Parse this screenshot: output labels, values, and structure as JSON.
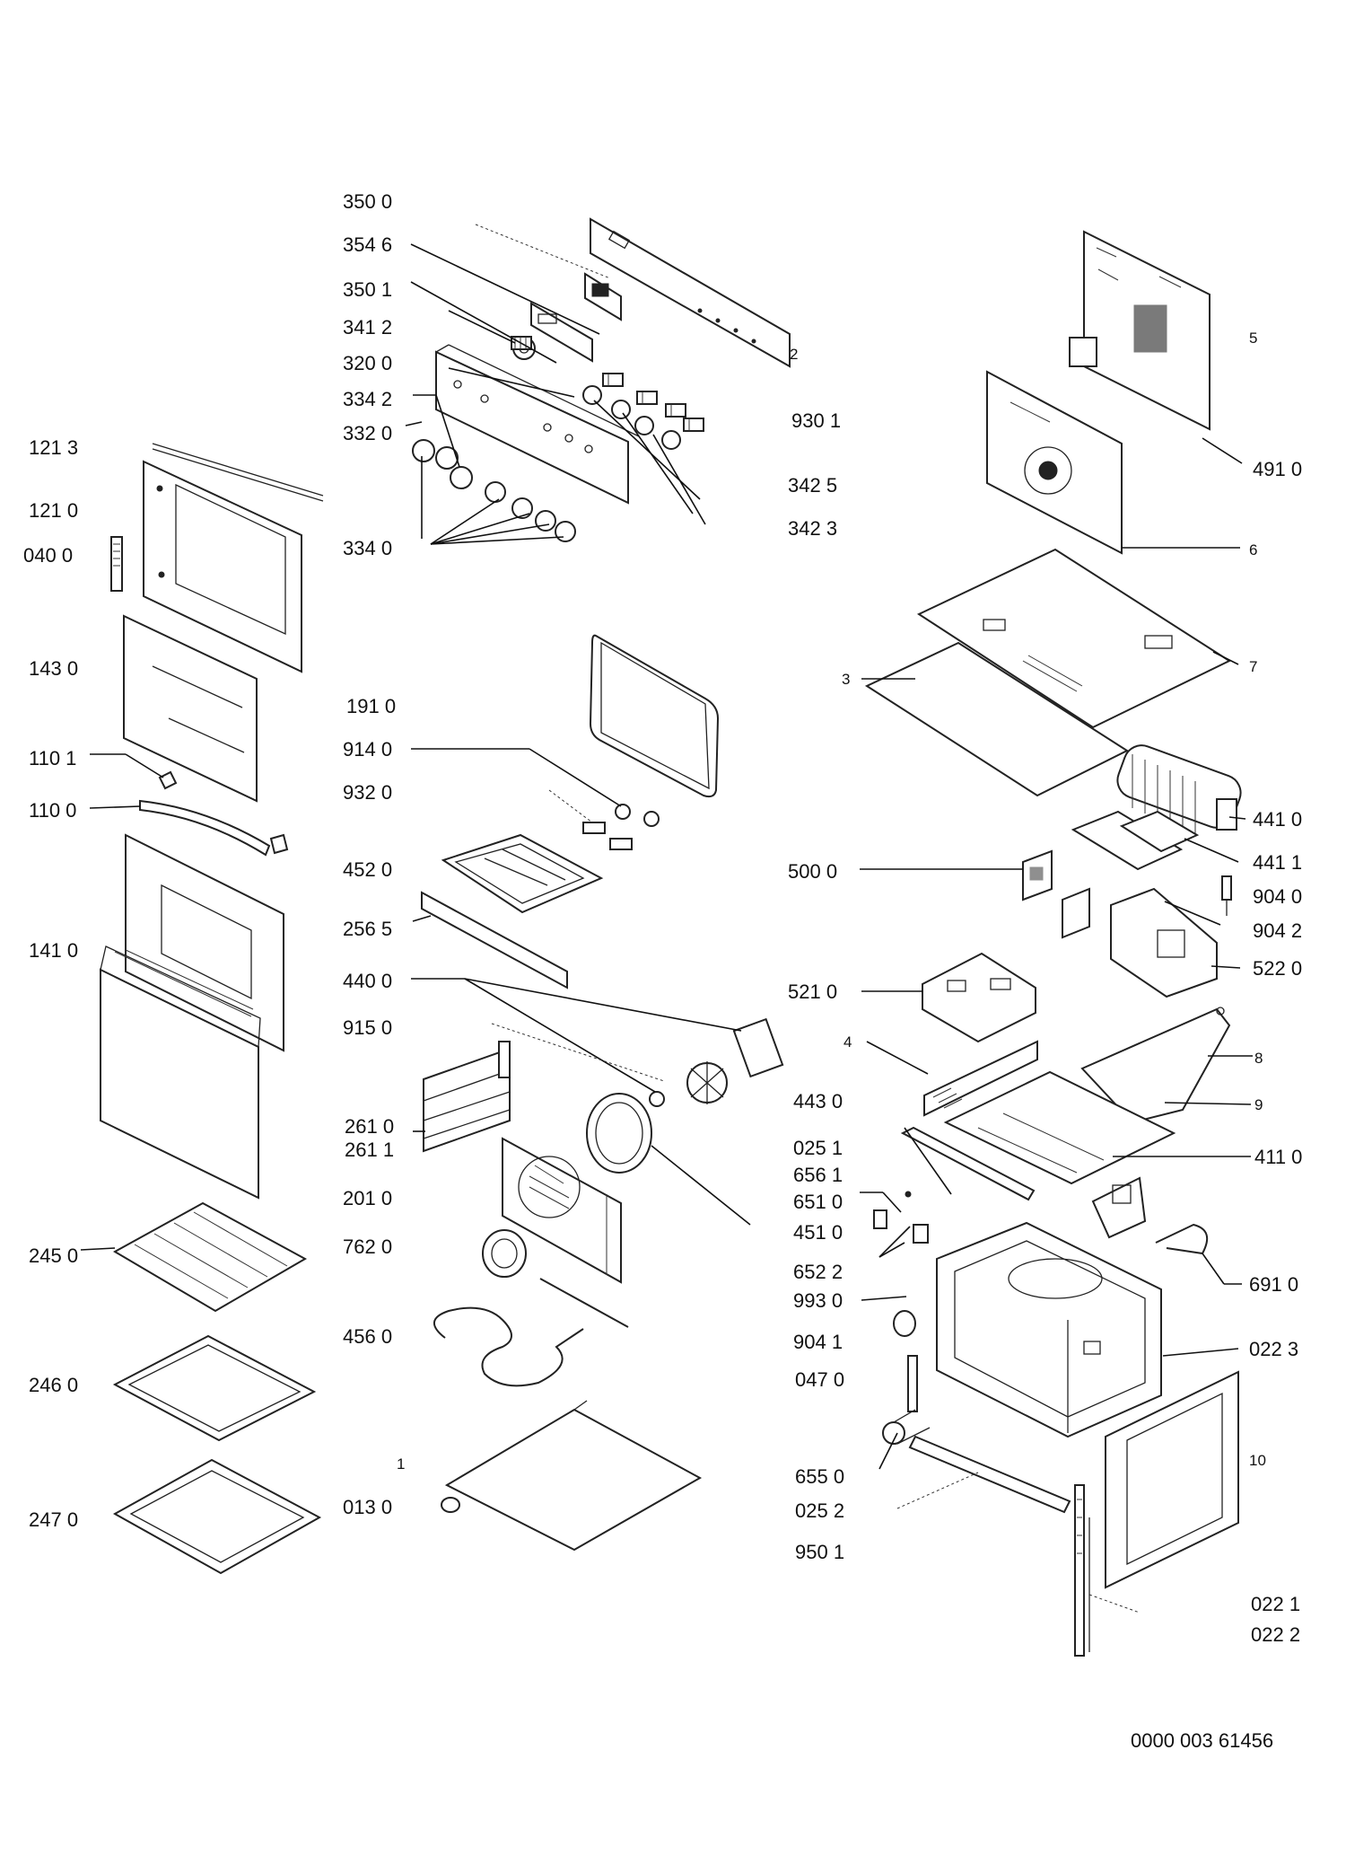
{
  "document_id": "0000 003 61456",
  "labels": {
    "l3500": "350 0",
    "l3546": "354 6",
    "l3501": "350 1",
    "l3412": "341 2",
    "l3200": "320 0",
    "l3342": "334 2",
    "l3320": "332 0",
    "l3340": "334 0",
    "l2": "2",
    "l9301": "930 1",
    "l3425": "342 5",
    "l3423": "342 3",
    "l1213": "121 3",
    "l1210": "121 0",
    "l0400": "040 0",
    "l1430": "143 0",
    "l1101": "110 1",
    "l1100": "110 0",
    "l1410": "141 0",
    "l2450": "245 0",
    "l2460": "246 0",
    "l2470": "247 0",
    "l1910": "191 0",
    "l9140": "914 0",
    "l9320": "932 0",
    "l4520": "452 0",
    "l2565": "256 5",
    "l4400": "440 0",
    "l9150": "915 0",
    "l2610": "261 0",
    "l2611": "261 1",
    "l2010": "201 0",
    "l7620": "762 0",
    "l4560": "456 0",
    "l1": "1",
    "l0130": "013 0",
    "l5": "5",
    "l4910": "491 0",
    "l6": "6",
    "l7": "7",
    "l3": "3",
    "l4410": "441 0",
    "l4411": "441 1",
    "l9040": "904 0",
    "l9042": "904 2",
    "l5000": "500 0",
    "l5220": "522 0",
    "l5210": "521 0",
    "l4": "4",
    "l8": "8",
    "l9": "9",
    "l4430": "443 0",
    "l0251": "025 1",
    "l6561": "656 1",
    "l6510": "651 0",
    "l4510": "451 0",
    "l4110": "411 0",
    "l6522": "652 2",
    "l6910": "691 0",
    "l9930": "993 0",
    "l9041": "904 1",
    "l0223": "022 3",
    "l0470": "047 0",
    "l10": "10",
    "l6550": "655 0",
    "l0252": "025 2",
    "l9501": "950 1",
    "l0221": "022 1",
    "l0222": "022 2"
  }
}
